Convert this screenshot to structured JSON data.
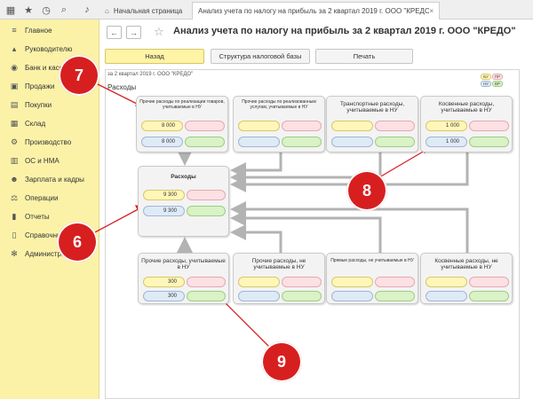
{
  "window": {
    "tabs": [
      {
        "label": "Начальная страница"
      },
      {
        "label": "Анализ учета по налогу на прибыль за 2 квартал 2019 г. ООО \"КРЕДО\"",
        "close": "×"
      }
    ]
  },
  "sidebar": {
    "items": [
      {
        "label": "Главное",
        "icon": "menu-icon"
      },
      {
        "label": "Руководителю",
        "icon": "chart-icon"
      },
      {
        "label": "Банк и касса",
        "icon": "bank-icon"
      },
      {
        "label": "Продажи",
        "icon": "cart-icon"
      },
      {
        "label": "Покупки",
        "icon": "purchase-icon"
      },
      {
        "label": "Склад",
        "icon": "warehouse-icon"
      },
      {
        "label": "Производство",
        "icon": "factory-icon"
      },
      {
        "label": "ОС и НМА",
        "icon": "assets-icon"
      },
      {
        "label": "Зарплата и кадры",
        "icon": "people-icon"
      },
      {
        "label": "Операции",
        "icon": "operations-icon"
      },
      {
        "label": "Отчеты",
        "icon": "reports-icon"
      },
      {
        "label": "Справочники",
        "icon": "books-icon"
      },
      {
        "label": "Администрирование",
        "icon": "gear-icon"
      }
    ]
  },
  "header": {
    "title": "Анализ учета по налогу на прибыль за 2 квартал 2019 г. ООО \"КРЕДО\"",
    "back": "←",
    "forward": "→",
    "star": "☆"
  },
  "toolbar": {
    "back_label": "Назад",
    "structure_label": "Структура налоговой базы",
    "print_label": "Печать"
  },
  "report": {
    "period": "за 2 квартал 2019 г. ООО \"КРЕДО\"",
    "section": "Расходы",
    "legend": {
      "bu": "БУ",
      "pr": "ПР",
      "nu": "НУ",
      "vr": "ВР"
    },
    "cards": {
      "top1": {
        "title": "Прочие расходы по реализации товаров, учитываемые в НУ",
        "v1": "8 000",
        "v2": "8 000"
      },
      "top2": {
        "title": "Прочие расходы по реализованным услугам, учитываемые в НУ"
      },
      "top3": {
        "title": "Транспортные расходы, учитываемые в НУ"
      },
      "top4": {
        "title": "Косвенные расходы, учитываемые в НУ",
        "v1": "1 000",
        "v2": "1 000"
      },
      "center": {
        "title": "Расходы",
        "v1": "9 300",
        "v2": "9 300"
      },
      "bot1": {
        "title": "Прочие расходы, учитываемые в НУ",
        "v1": "300",
        "v2": "300"
      },
      "bot2": {
        "title": "Прочие расходы, не учитываемые в НУ"
      },
      "bot3": {
        "title": "Прямые расходы, не учитываемые в НУ"
      },
      "bot4": {
        "title": "Косвенные расходы, не учитываемые в НУ"
      }
    }
  },
  "callouts": {
    "c6": "6",
    "c7": "7",
    "c8": "8",
    "c9": "9"
  },
  "colors": {
    "accent": "#d71f20",
    "sidebar": "#fbf2a8",
    "primary_button": "#fff3a5"
  }
}
